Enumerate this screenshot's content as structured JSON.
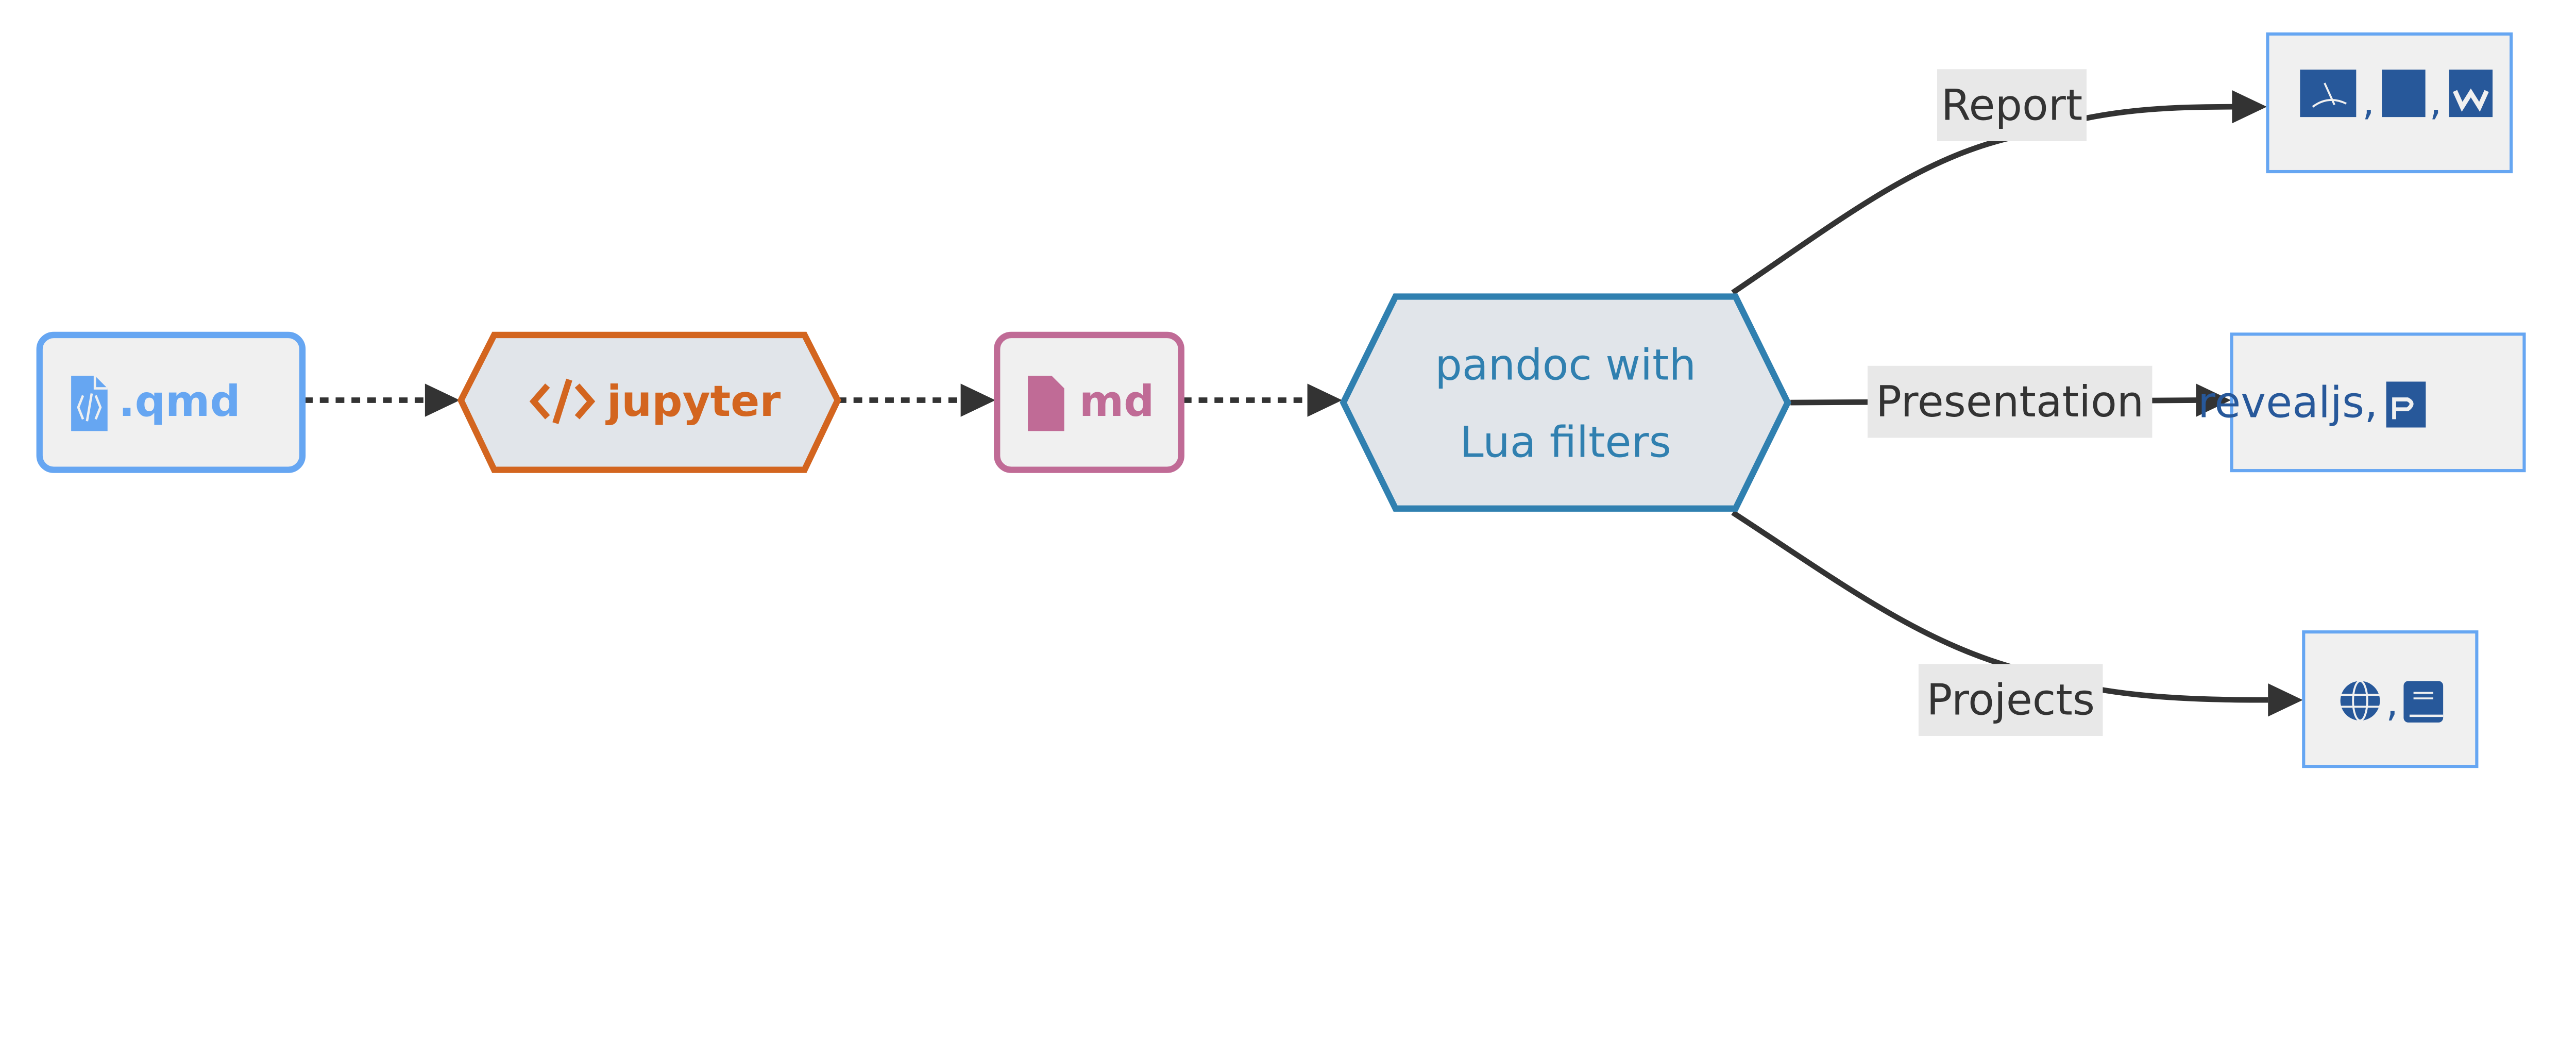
{
  "nodes": {
    "qmd": {
      "label": ".qmd",
      "icon": "file-code-icon",
      "color": "#66a6f2"
    },
    "jupyter": {
      "label": "jupyter",
      "icon": "code-icon",
      "color": "#d3651f"
    },
    "md": {
      "label": "md",
      "icon": "file-icon",
      "color": "#c06b96"
    },
    "pandoc": {
      "line1": "pandoc with",
      "line2": "Lua filters",
      "color": "#3080b0"
    },
    "report": {
      "icons": [
        "file-pdf-icon",
        "file-icon",
        "file-word-icon"
      ],
      "sep": ",",
      "color": "#27589a"
    },
    "presentation": {
      "label": "revealjs,",
      "icons": [
        "file-powerpoint-icon"
      ],
      "color": "#27589a"
    },
    "projects": {
      "icons": [
        "globe-icon",
        "book-icon"
      ],
      "sep": ",",
      "color": "#27589a"
    }
  },
  "edges": {
    "report": "Report",
    "presentation": "Presentation",
    "projects": "Projects"
  },
  "colors": {
    "edge": "#333333",
    "node_fill": "#f0f0f0",
    "hex_fill": "#e1e5ea",
    "label_bg": "#e8e8e8",
    "output_border": "#66a6f2"
  }
}
